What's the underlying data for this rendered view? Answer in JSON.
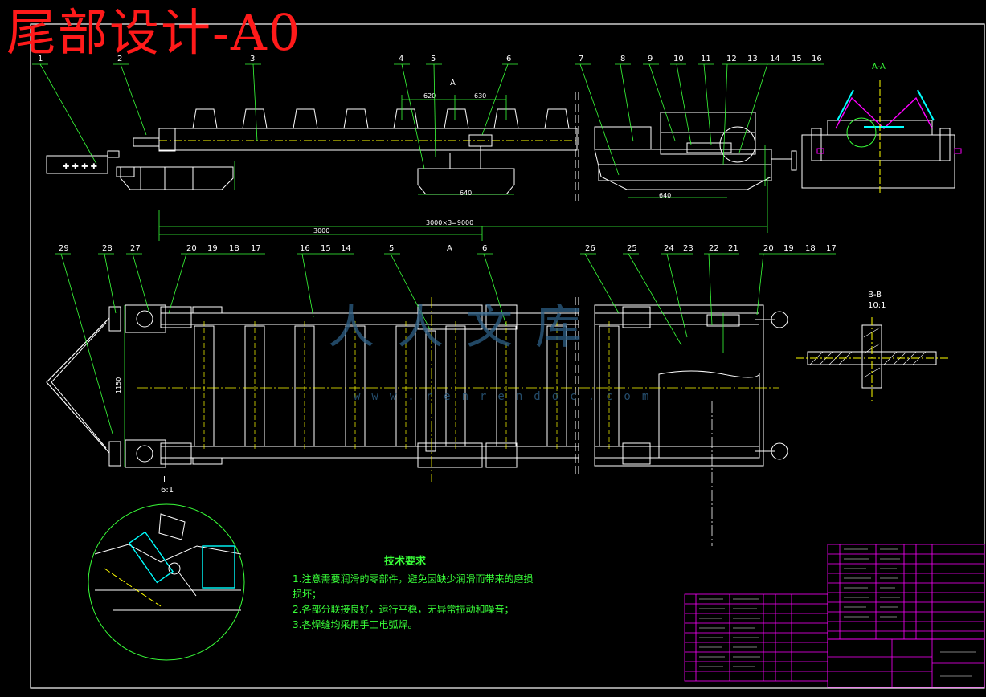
{
  "title": "尾部设计-A0",
  "colors": {
    "background": "#000000",
    "primary_line": "#ffffff",
    "dimension": "#39ff39",
    "center_line": "#ffff00",
    "title_block": "#ff00ff",
    "hatch": "#00ffff",
    "title": "#ff1a1a"
  },
  "part_numbers_top": [
    "1",
    "2",
    "3",
    "4",
    "5",
    "6",
    "7",
    "8",
    "9",
    "10",
    "11",
    "12",
    "13",
    "14",
    "15",
    "16"
  ],
  "part_numbers_bottom": [
    "29",
    "28",
    "27",
    "20",
    "19",
    "18",
    "17",
    "16",
    "15",
    "14",
    "5",
    "6",
    "26",
    "25",
    "24",
    "23",
    "22",
    "21",
    "20",
    "19",
    "18",
    "17"
  ],
  "section_labels": {
    "a_a": "A-A",
    "b_b": "B-B",
    "b_b_scale": "10:1",
    "detail_i": "I",
    "detail_scale": "6:1",
    "view_a_top": "A",
    "view_a_bottom": "A"
  },
  "dimensions": {
    "d620": "620",
    "d630": "630",
    "d640_left": "640",
    "d640_right": "640",
    "d3000": "3000",
    "d3000x3": "3000×3=9000",
    "d1150": "1150"
  },
  "tech_requirements": {
    "title": "技术要求",
    "items": [
      "1.注意需要润滑的零部件，避免因缺少润滑而带来的磨损",
      "损坏；",
      "2.各部分联接良好，运行平稳，无异常振动和噪音；",
      "3.各焊缝均采用手工电弧焊。"
    ]
  },
  "watermark": {
    "main": "人人文库",
    "url": "www.renrendoc.com"
  }
}
